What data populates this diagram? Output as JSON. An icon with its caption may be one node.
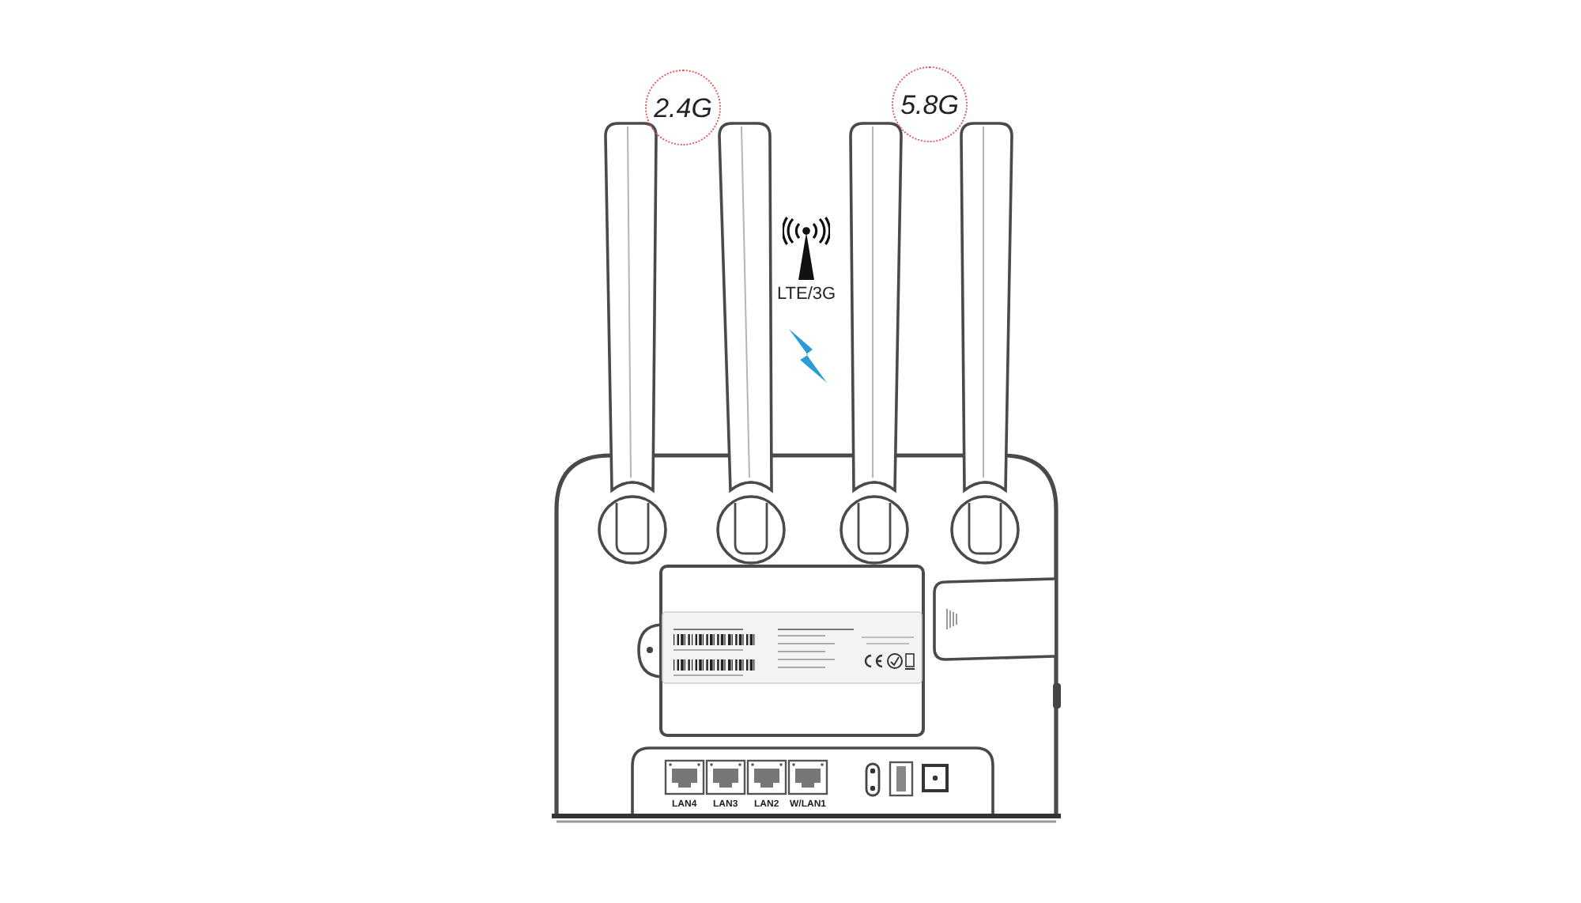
{
  "diagram": {
    "nodes": [
      {
        "text": [
          "2.4G"
        ]
      },
      {
        "text": [
          "5.8G"
        ]
      }
    ],
    "labels": [
      "LTE/3G",
      "LAN4",
      "LAN3",
      "LAN2",
      "W/LAN1"
    ]
  }
}
